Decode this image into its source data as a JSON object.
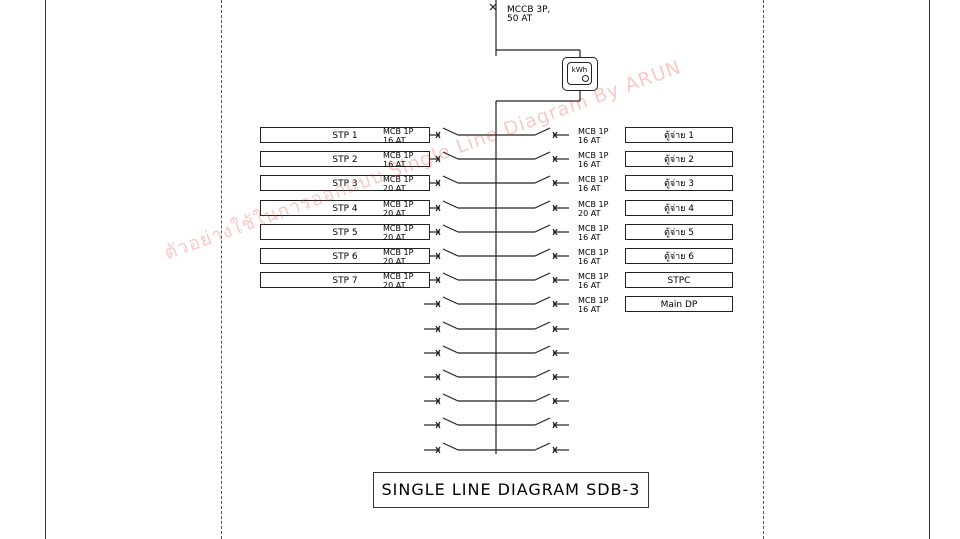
{
  "main_breaker": {
    "line1": "MCCB 3P,",
    "line2": "50 AT"
  },
  "meter": {
    "label": "kWh"
  },
  "left_loads": [
    {
      "name": "STP 1",
      "breaker": "MCB 1P",
      "rating": "16 AT"
    },
    {
      "name": "STP 2",
      "breaker": "MCB 1P",
      "rating": "16 AT"
    },
    {
      "name": "STP 3",
      "breaker": "MCB 1P",
      "rating": "20 AT"
    },
    {
      "name": "STP 4",
      "breaker": "MCB 1P",
      "rating": "20 AT"
    },
    {
      "name": "STP 5",
      "breaker": "MCB 1P",
      "rating": "20 AT"
    },
    {
      "name": "STP 6",
      "breaker": "MCB 1P",
      "rating": "20 AT"
    },
    {
      "name": "STP 7",
      "breaker": "MCB 1P",
      "rating": "20 AT"
    }
  ],
  "right_loads": [
    {
      "name": "ตู้จ่าย 1",
      "breaker": "MCB 1P",
      "rating": "16 AT"
    },
    {
      "name": "ตู้จ่าย 2",
      "breaker": "MCB 1P",
      "rating": "16 AT"
    },
    {
      "name": "ตู้จ่าย 3",
      "breaker": "MCB 1P",
      "rating": "16 AT"
    },
    {
      "name": "ตู้จ่าย 4",
      "breaker": "MCB 1P",
      "rating": "20 AT"
    },
    {
      "name": "ตู้จ่าย 5",
      "breaker": "MCB 1P",
      "rating": "16 AT"
    },
    {
      "name": "ตู้จ่าย 6",
      "breaker": "MCB 1P",
      "rating": "16 AT"
    },
    {
      "name": "STPC",
      "breaker": "MCB 1P",
      "rating": "16 AT"
    },
    {
      "name": "Main DP",
      "breaker": "MCB 1P",
      "rating": "16 AT"
    }
  ],
  "spare_rows": 14,
  "title": "SINGLE LINE DIAGRAM SDB-3",
  "watermark": "ตัวอย่างใช้ในการออกแบบ Single Line Diagram By ARUN",
  "colors": {
    "line": "#222222",
    "watermark": "#e63c3c"
  }
}
